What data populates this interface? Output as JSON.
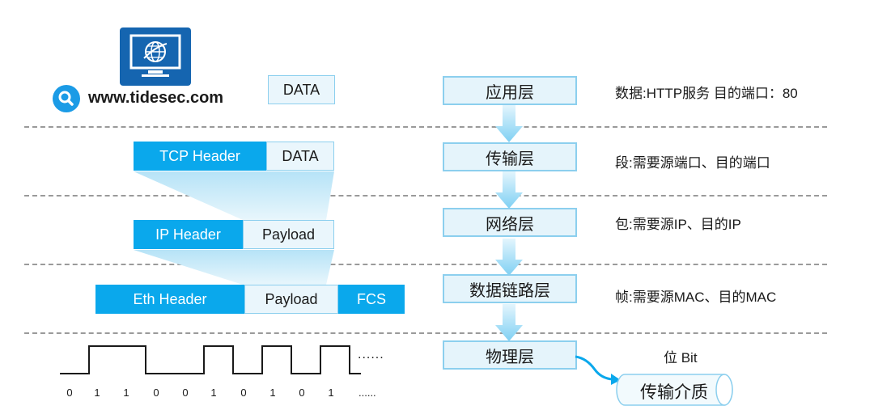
{
  "website": {
    "url": "www.tidesec.com"
  },
  "layers": [
    {
      "name": "应用层",
      "description": "数据:HTTP服务 目的端口：80"
    },
    {
      "name": "传输层",
      "description": "段:需要源端口、目的端口"
    },
    {
      "name": "网络层",
      "description": "包:需要源IP、目的IP"
    },
    {
      "name": "数据链路层",
      "description": "帧:需要源MAC、目的MAC"
    },
    {
      "name": "物理层",
      "description": "位 Bit"
    }
  ],
  "packets": {
    "app_data": "DATA",
    "tcp_header": "TCP Header",
    "tcp_data": "DATA",
    "ip_header": "IP Header",
    "ip_payload": "Payload",
    "eth_header": "Eth Header",
    "eth_payload": "Payload",
    "eth_fcs": "FCS"
  },
  "bits": {
    "values": [
      "0",
      "1",
      "1",
      "0",
      "0",
      "1",
      "0",
      "1",
      "0",
      "1"
    ],
    "ellipsis_wave": "......",
    "ellipsis_bits": "......"
  },
  "medium": {
    "label": "传输介质"
  },
  "colors": {
    "accent": "#0aa8ec",
    "layer_fill": "#e5f4fb",
    "layer_border": "#8ccfee",
    "monitor": "#1565b0"
  }
}
